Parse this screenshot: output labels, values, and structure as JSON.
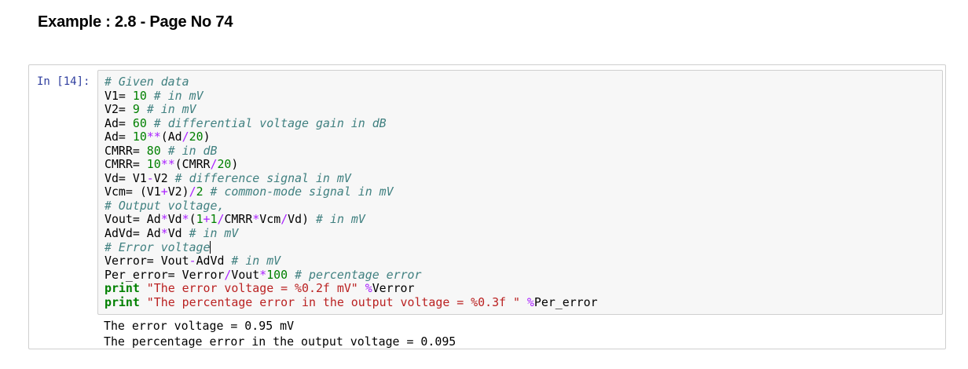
{
  "heading": "Example : 2.8 - Page No 74",
  "cell": {
    "prompt": "In [14]:",
    "code_lines": [
      [
        [
          "c",
          "# Given data"
        ]
      ],
      [
        [
          "n",
          "V1= "
        ],
        [
          "num",
          "10"
        ],
        [
          "n",
          " "
        ],
        [
          "c",
          "# in mV"
        ]
      ],
      [
        [
          "n",
          "V2= "
        ],
        [
          "num",
          "9"
        ],
        [
          "n",
          " "
        ],
        [
          "c",
          "# in mV"
        ]
      ],
      [
        [
          "n",
          "Ad= "
        ],
        [
          "num",
          "60"
        ],
        [
          "n",
          " "
        ],
        [
          "c",
          "# differential voltage gain in dB"
        ]
      ],
      [
        [
          "n",
          "Ad= "
        ],
        [
          "num",
          "10"
        ],
        [
          "op",
          "**"
        ],
        [
          "n",
          "(Ad"
        ],
        [
          "op",
          "/"
        ],
        [
          "num",
          "20"
        ],
        [
          "n",
          ")"
        ]
      ],
      [
        [
          "n",
          "CMRR= "
        ],
        [
          "num",
          "80"
        ],
        [
          "n",
          " "
        ],
        [
          "c",
          "# in dB"
        ]
      ],
      [
        [
          "n",
          "CMRR= "
        ],
        [
          "num",
          "10"
        ],
        [
          "op",
          "**"
        ],
        [
          "n",
          "(CMRR"
        ],
        [
          "op",
          "/"
        ],
        [
          "num",
          "20"
        ],
        [
          "n",
          ")"
        ]
      ],
      [
        [
          "n",
          "Vd= V1"
        ],
        [
          "op",
          "-"
        ],
        [
          "n",
          "V2 "
        ],
        [
          "c",
          "# difference signal in mV"
        ]
      ],
      [
        [
          "n",
          "Vcm= (V1"
        ],
        [
          "op",
          "+"
        ],
        [
          "n",
          "V2)"
        ],
        [
          "op",
          "/"
        ],
        [
          "num",
          "2"
        ],
        [
          "n",
          " "
        ],
        [
          "c",
          "# common-mode signal in mV"
        ]
      ],
      [
        [
          "c",
          "# Output voltage,"
        ]
      ],
      [
        [
          "n",
          "Vout= Ad"
        ],
        [
          "op",
          "*"
        ],
        [
          "n",
          "Vd"
        ],
        [
          "op",
          "*"
        ],
        [
          "n",
          "("
        ],
        [
          "num",
          "1"
        ],
        [
          "op",
          "+"
        ],
        [
          "num",
          "1"
        ],
        [
          "op",
          "/"
        ],
        [
          "n",
          "CMRR"
        ],
        [
          "op",
          "*"
        ],
        [
          "n",
          "Vcm"
        ],
        [
          "op",
          "/"
        ],
        [
          "n",
          "Vd) "
        ],
        [
          "c",
          "# in mV"
        ]
      ],
      [
        [
          "n",
          "AdVd= Ad"
        ],
        [
          "op",
          "*"
        ],
        [
          "n",
          "Vd "
        ],
        [
          "c",
          "# in mV"
        ]
      ],
      [
        [
          "c",
          "# Error voltage"
        ],
        [
          "cursor",
          ""
        ]
      ],
      [
        [
          "n",
          "Verror= Vout"
        ],
        [
          "op",
          "-"
        ],
        [
          "n",
          "AdVd "
        ],
        [
          "c",
          "# in mV"
        ]
      ],
      [
        [
          "n",
          "Per_error= Verror"
        ],
        [
          "op",
          "/"
        ],
        [
          "n",
          "Vout"
        ],
        [
          "op",
          "*"
        ],
        [
          "num",
          "100"
        ],
        [
          "n",
          " "
        ],
        [
          "c",
          "# percentage error"
        ]
      ],
      [
        [
          "kw",
          "print"
        ],
        [
          "n",
          " "
        ],
        [
          "s",
          "\"The error voltage = %0.2f mV\""
        ],
        [
          "n",
          " "
        ],
        [
          "op",
          "%"
        ],
        [
          "n",
          "Verror"
        ]
      ],
      [
        [
          "kw",
          "print"
        ],
        [
          "n",
          " "
        ],
        [
          "s",
          "\"The percentage error in the output voltage = %0.3f \""
        ],
        [
          "n",
          " "
        ],
        [
          "op",
          "%"
        ],
        [
          "n",
          "Per_error"
        ]
      ]
    ],
    "output_lines": [
      "The error voltage = 0.95 mV",
      "The percentage error in the output voltage = 0.095"
    ]
  }
}
